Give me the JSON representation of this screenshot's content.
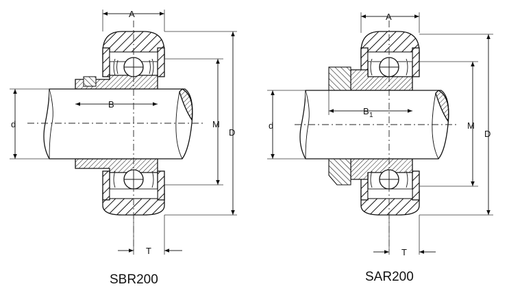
{
  "diagram": {
    "left": {
      "caption": "SBR200",
      "labels": {
        "A": "A",
        "B": "B",
        "d": "d",
        "M": "M",
        "D": "D",
        "T": "T"
      }
    },
    "right": {
      "caption": "SAR200",
      "labels": {
        "A": "A",
        "B1_main": "B",
        "B1_sub": "1",
        "d": "d",
        "M": "M",
        "D": "D",
        "T": "T"
      }
    }
  }
}
